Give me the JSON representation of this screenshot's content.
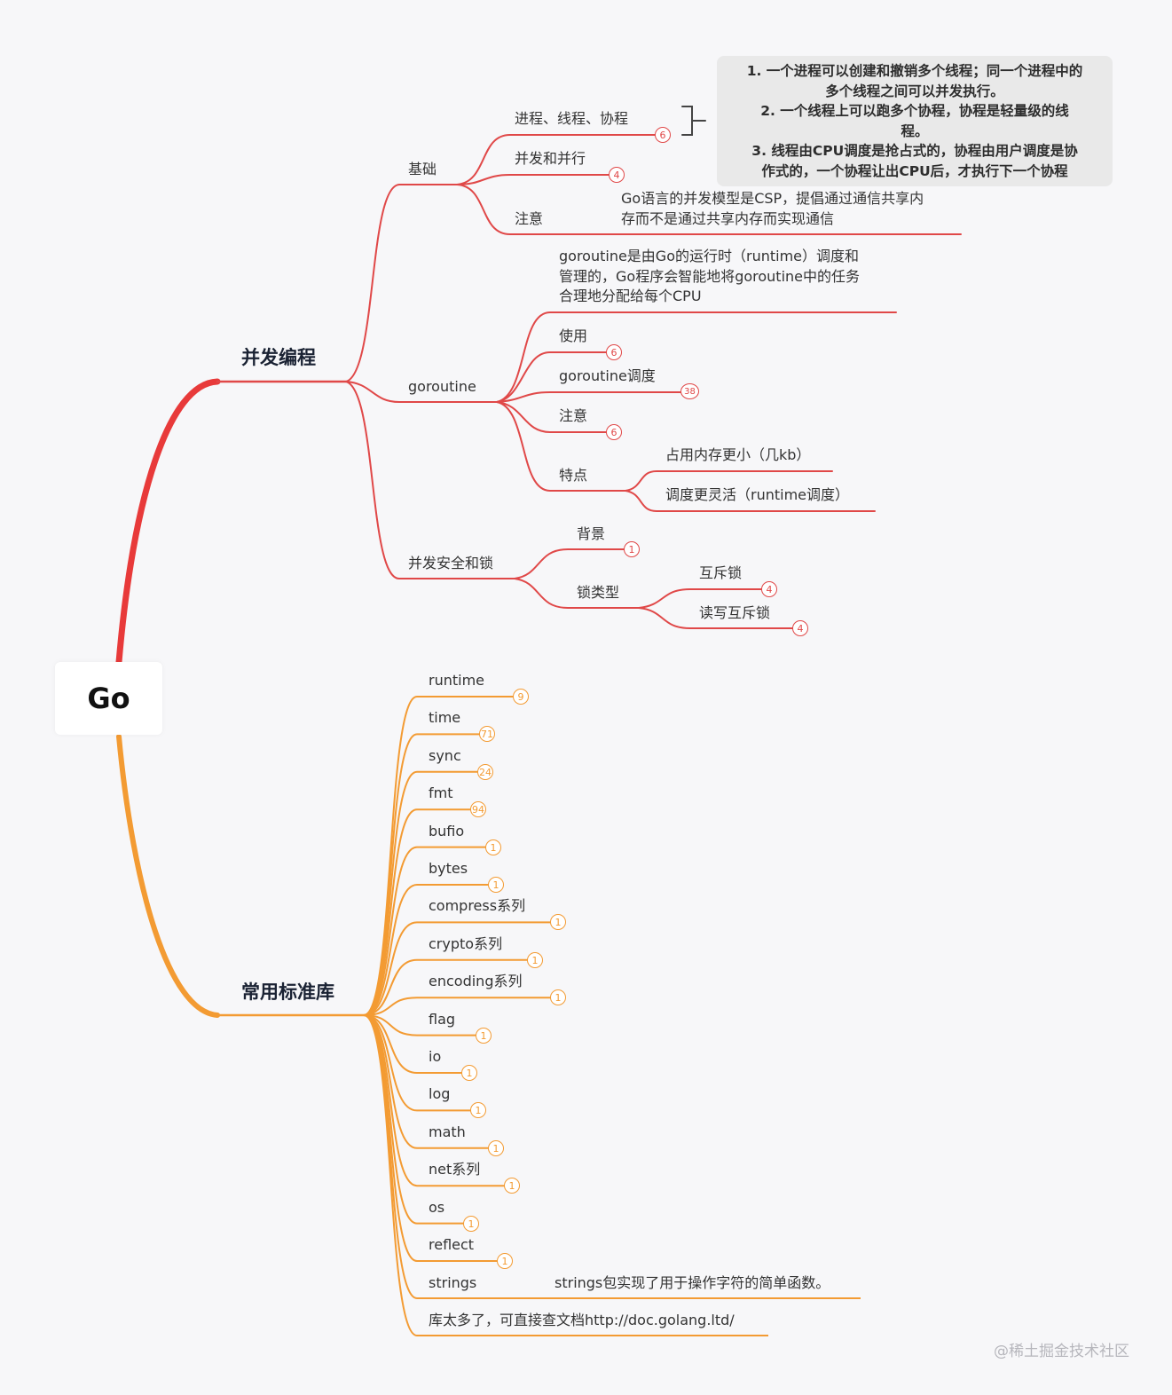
{
  "root": "Go",
  "branches": {
    "concurrency": {
      "label": "并发编程",
      "basics": {
        "label": "基础",
        "process": {
          "label": "进程、线程、协程",
          "badge": "6"
        },
        "parallel": {
          "label": "并发和并行",
          "badge": "4"
        },
        "note": {
          "label": "注意",
          "text1": "Go语言的并发模型是CSP，提倡通过通信共享内",
          "text2": "存而不是通过共享内存而实现通信"
        }
      },
      "note_box": [
        "1. 一个进程可以创建和撤销多个线程；同一个进程中的",
        "多个线程之间可以并发执行。",
        "2. 一个线程上可以跑多个协程，协程是轻量级的线",
        "程。",
        "3. 线程由CPU调度是抢占式的，协程由用户调度是协",
        "作式的，一个协程让出CPU后，才执行下一个协程"
      ],
      "goroutine": {
        "label": "goroutine",
        "desc1": "goroutine是由Go的运行时（runtime）调度和",
        "desc2": "管理的，Go程序会智能地将goroutine中的任务",
        "desc3": "合理地分配给每个CPU",
        "usage": {
          "label": "使用",
          "badge": "6"
        },
        "sched": {
          "label": "goroutine调度",
          "badge": "38"
        },
        "notice": {
          "label": "注意",
          "badge": "6"
        },
        "features": {
          "label": "特点",
          "f1": "占用内存更小（几kb）",
          "f2": "调度更灵活（runtime调度）"
        }
      },
      "safety": {
        "label": "并发安全和锁",
        "background": {
          "label": "背景",
          "badge": "1"
        },
        "lock_types": {
          "label": "锁类型",
          "mutex": {
            "label": "互斥锁",
            "badge": "4"
          },
          "rwmutex": {
            "label": "读写互斥锁",
            "badge": "4"
          }
        }
      }
    },
    "stdlib": {
      "label": "常用标准库",
      "items": [
        {
          "label": "runtime",
          "badge": "9"
        },
        {
          "label": "time",
          "badge": "71"
        },
        {
          "label": "sync",
          "badge": "24"
        },
        {
          "label": "fmt",
          "badge": "94"
        },
        {
          "label": "bufio",
          "badge": "1"
        },
        {
          "label": "bytes",
          "badge": "1"
        },
        {
          "label": "compress系列",
          "badge": "1"
        },
        {
          "label": "crypto系列",
          "badge": "1"
        },
        {
          "label": "encoding系列",
          "badge": "1"
        },
        {
          "label": "flag",
          "badge": "1"
        },
        {
          "label": "io",
          "badge": "1"
        },
        {
          "label": "log",
          "badge": "1"
        },
        {
          "label": "math",
          "badge": "1"
        },
        {
          "label": "net系列",
          "badge": "1"
        },
        {
          "label": "os",
          "badge": "1"
        },
        {
          "label": "reflect",
          "badge": "1"
        }
      ],
      "strings": {
        "label": "strings",
        "desc": "strings包实现了用于操作字符的简单函数。"
      },
      "more": "库太多了，可直接查文档http://doc.golang.ltd/"
    }
  },
  "colors": {
    "red": "#e04848",
    "orange": "#f39b33",
    "rootred": "#e83a3a"
  },
  "watermark": "@稀土掘金技术社区"
}
